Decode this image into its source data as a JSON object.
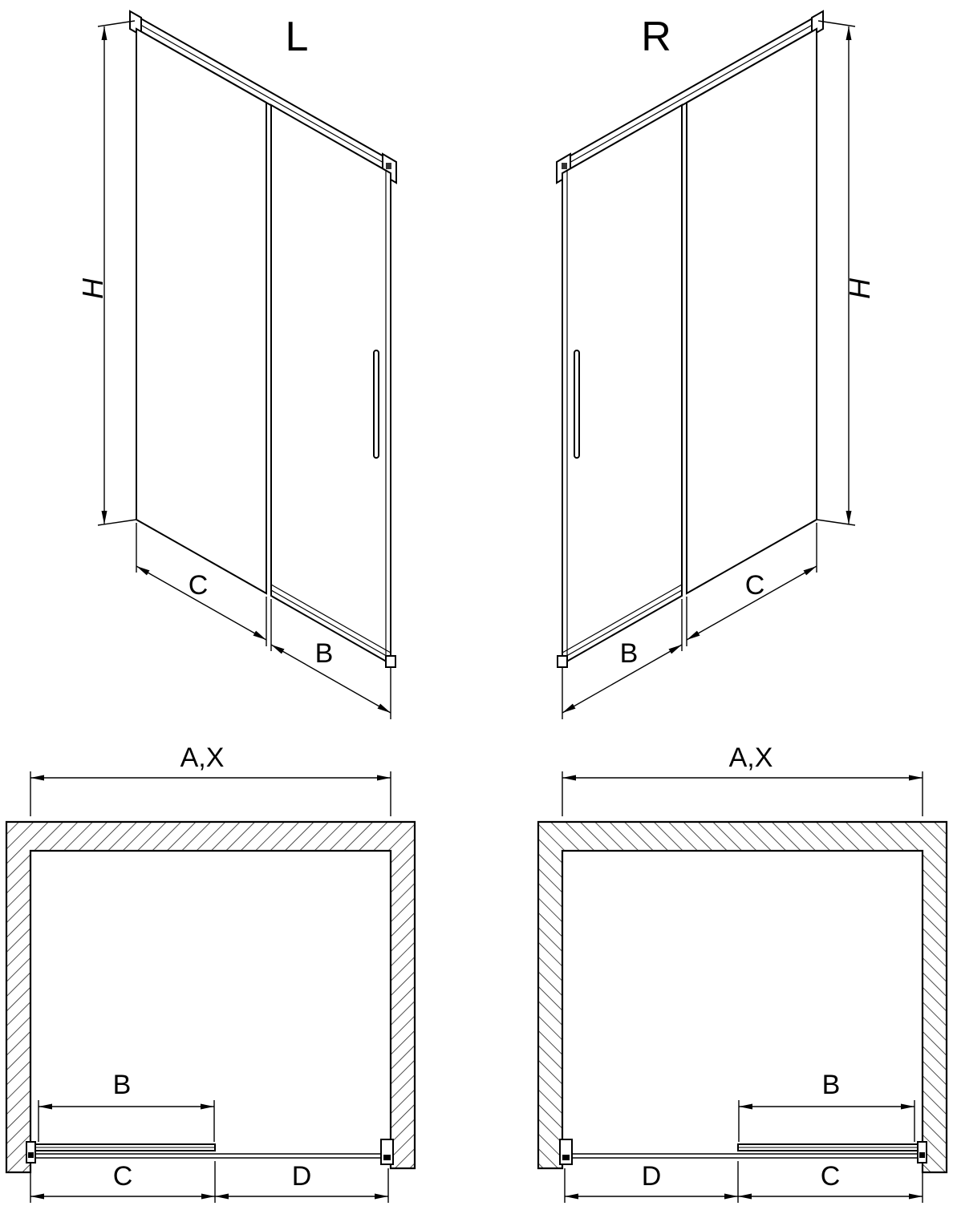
{
  "figure": {
    "background_color": "#ffffff",
    "line_color": "#000000",
    "hatch_color": "#222222"
  },
  "iso_left": {
    "label": "L",
    "dim_height": "H",
    "dim_c": "C",
    "dim_b": "B"
  },
  "iso_right": {
    "label": "R",
    "dim_height": "H",
    "dim_c": "C",
    "dim_b": "B"
  },
  "plan_left": {
    "dim_total": "A,X",
    "dim_b": "B",
    "dim_c": "C",
    "dim_d": "D"
  },
  "plan_right": {
    "dim_total": "A,X",
    "dim_b": "B",
    "dim_c": "C",
    "dim_d": "D"
  }
}
